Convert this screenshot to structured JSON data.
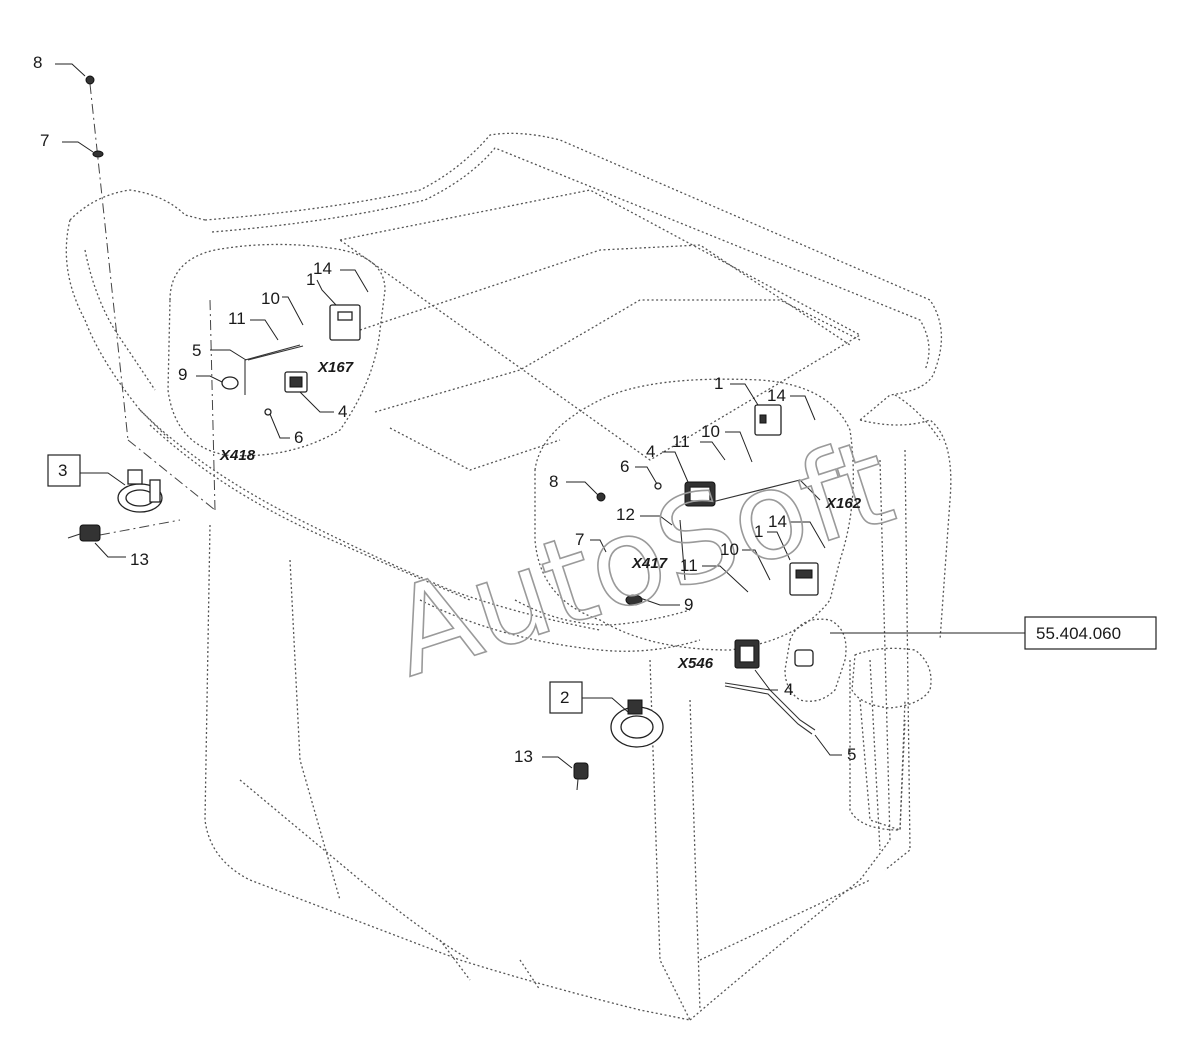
{
  "watermark": "AutoSoft",
  "reference_box": "55.404.060",
  "boxed_callouts": {
    "three": "3",
    "two": "2"
  },
  "connectors": {
    "x167": "X167",
    "x418": "X418",
    "x162": "X162",
    "x417": "X417",
    "x546": "X546"
  },
  "callouts_left": {
    "c8": "8",
    "c7": "7",
    "c13": "13"
  },
  "callouts_zoom_left": {
    "c14": "14",
    "c1": "1",
    "c10": "10",
    "c11": "11",
    "c5": "5",
    "c9": "9",
    "c6": "6",
    "c4": "4"
  },
  "callouts_zoom_right_upper": {
    "c1": "1",
    "c14": "14",
    "c10": "10",
    "c4": "4",
    "c11": "11",
    "c6": "6",
    "c8": "8",
    "c12": "12",
    "c7": "7"
  },
  "callouts_zoom_right_lower": {
    "c14": "14",
    "c1": "1",
    "c10": "10",
    "c11": "11",
    "c9": "9"
  },
  "callouts_bottom": {
    "c4": "4",
    "c5": "5",
    "c13": "13"
  }
}
